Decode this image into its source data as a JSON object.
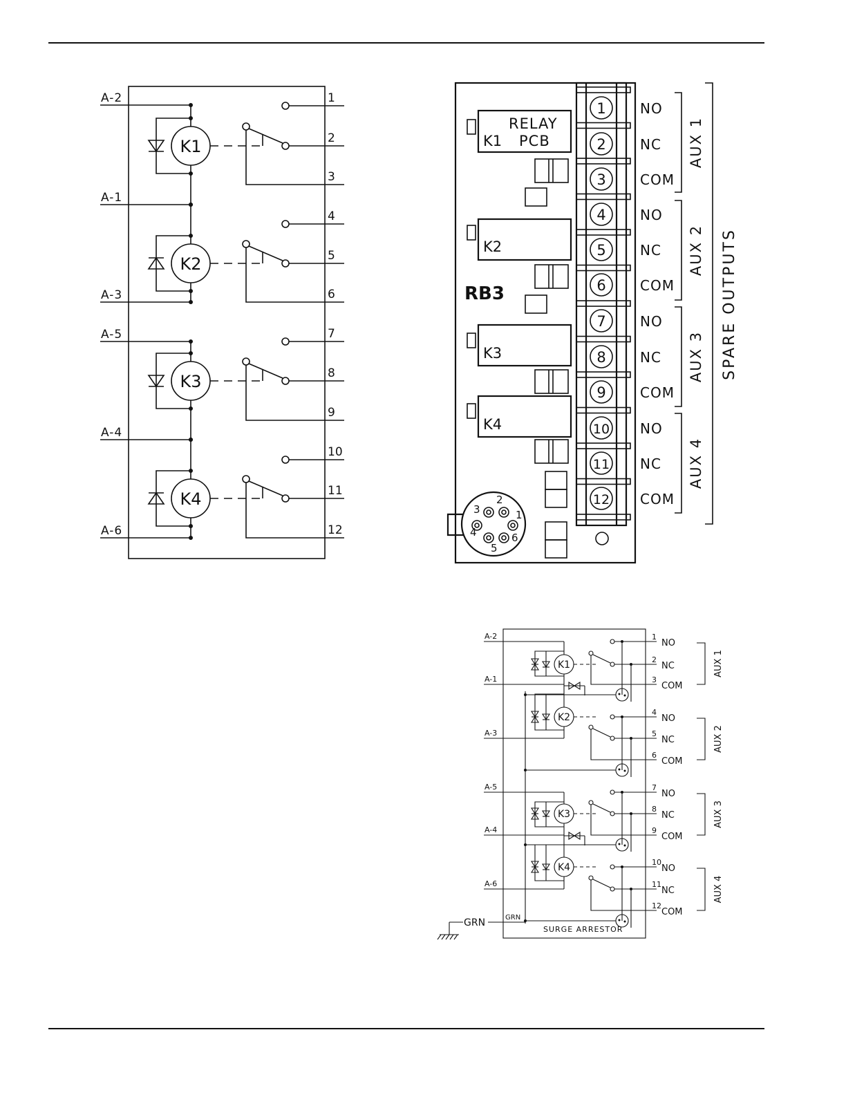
{
  "schematic": {
    "inputs": [
      "A-2",
      "A-1",
      "A-3",
      "A-5",
      "A-4",
      "A-6"
    ],
    "relays": [
      "K1",
      "K2",
      "K3",
      "K4"
    ],
    "terminals": [
      "1",
      "2",
      "3",
      "4",
      "5",
      "6",
      "7",
      "8",
      "9",
      "10",
      "11",
      "12"
    ]
  },
  "board": {
    "relay_label_line1": "RELAY",
    "relay_label_line2": "PCB",
    "relays": [
      "K1",
      "K2",
      "K3",
      "K4"
    ],
    "model": "RB3",
    "terminals": [
      "1",
      "2",
      "3",
      "4",
      "5",
      "6",
      "7",
      "8",
      "9",
      "10",
      "11",
      "12"
    ],
    "contacts": [
      "NO",
      "NC",
      "COM",
      "NO",
      "NC",
      "COM",
      "NO",
      "NC",
      "COM",
      "NO",
      "NC",
      "COM"
    ],
    "groups": [
      "AUX 1",
      "AUX 2",
      "AUX 3",
      "AUX 4"
    ],
    "spare_outputs": "SPARE OUTPUTS",
    "connector_pins": [
      "2",
      "3",
      "1",
      "4",
      "6",
      "5"
    ]
  },
  "surge": {
    "inputs": [
      "A-2",
      "A-1",
      "A-3",
      "A-5",
      "A-4",
      "A-6"
    ],
    "relays": [
      "K1",
      "K2",
      "K3",
      "K4"
    ],
    "terminals": [
      "1",
      "2",
      "3",
      "4",
      "5",
      "6",
      "7",
      "8",
      "9",
      "10",
      "11",
      "12"
    ],
    "contacts": [
      "NO",
      "NC",
      "COM",
      "NO",
      "NC",
      "COM",
      "NO",
      "NC",
      "COM",
      "NO",
      "NC",
      "COM"
    ],
    "groups": [
      "AUX 1",
      "AUX 2",
      "AUX 3",
      "AUX 4"
    ],
    "grn_outer": "GRN",
    "grn_inner": "GRN",
    "arrestor_label": "SURGE ARRESTOR"
  }
}
